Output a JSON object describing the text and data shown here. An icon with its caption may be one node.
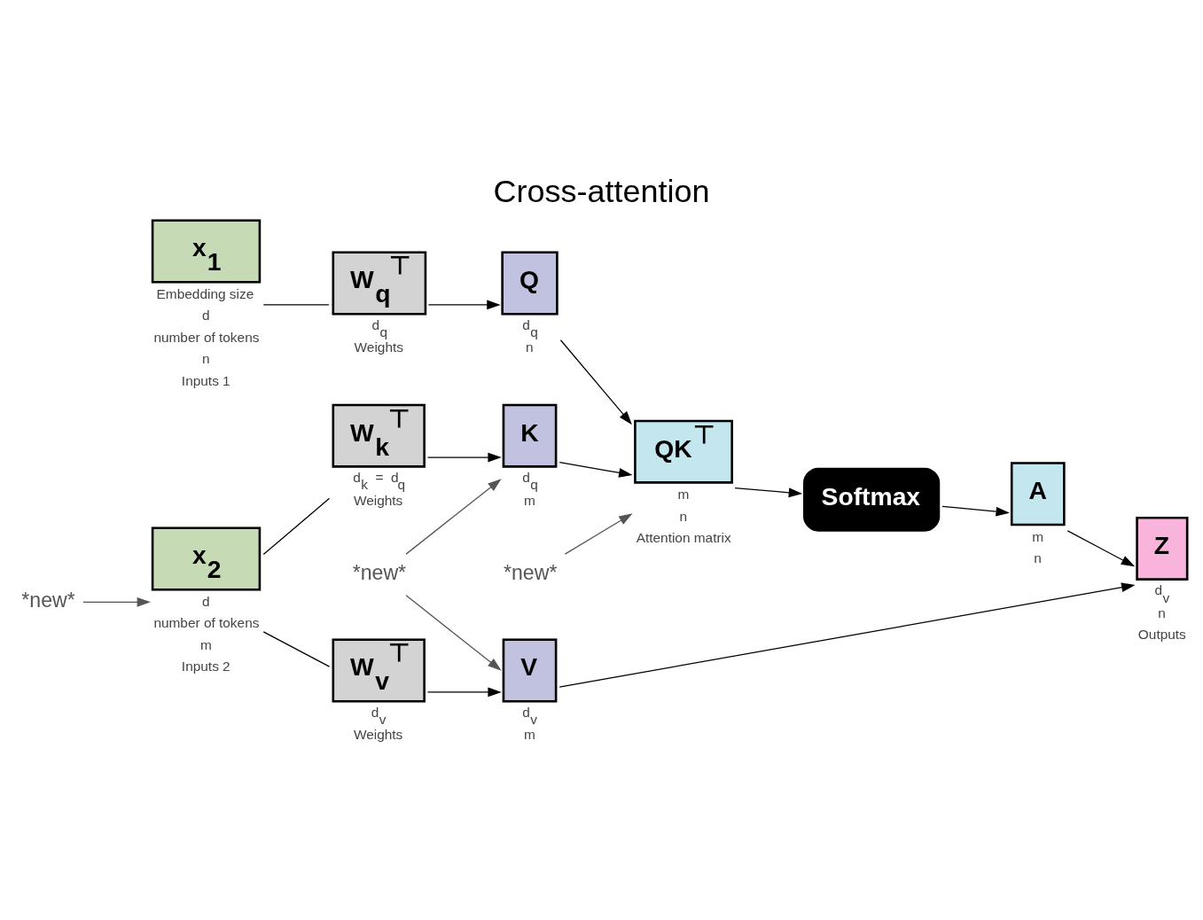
{
  "diagram": {
    "title": "Cross-attention",
    "nodes": [
      {
        "text": [
          "x$_{1}$"
        ],
        "beside": [
          "Embedding size",
          "d",
          "number of tokens",
          "n",
          "Inputs 1"
        ]
      },
      {
        "text": [
          "W$_{q}$$^{⊤}$"
        ],
        "beside": [
          "d$_{q}$",
          "Weights"
        ]
      },
      {
        "text": [
          "Q"
        ],
        "beside": [
          "d$_{q}$",
          "n"
        ]
      },
      {
        "text": [
          "*new*"
        ]
      },
      {
        "text": [
          "W$_{k}$$^{⊤}$"
        ],
        "beside": [
          "d$_{k}$ = d$_{q}$",
          "Weights"
        ]
      },
      {
        "text": [
          "K"
        ],
        "beside": [
          "d$_{q}$",
          "m"
        ]
      },
      {
        "text": [
          "QK$^{⊤}$"
        ],
        "beside": [
          "m",
          "n",
          "Attention matrix"
        ]
      },
      {
        "text": [
          "Softmax"
        ]
      },
      {
        "text": [
          "x$_{2}$"
        ],
        "beside": [
          "d",
          "number of tokens",
          "m",
          "Inputs 2"
        ]
      },
      {
        "text": [
          "*new*"
        ]
      },
      {
        "text": [
          "W$_{v}$$^{⊤}$"
        ],
        "beside": [
          "d$_{v}$",
          "Weights"
        ]
      },
      {
        "text": [
          "V"
        ],
        "beside": [
          "d$_{v}$",
          "m"
        ]
      },
      {
        "text": [
          "A"
        ],
        "beside": [
          "m",
          "n"
        ]
      },
      {
        "text": [
          "*new*"
        ]
      },
      {
        "text": [
          "Z"
        ],
        "beside": [
          "d$_{v}$",
          "n",
          "Outputs"
        ]
      }
    ],
    "edges": [
      {
        "from": 0,
        "to": 1,
        "arrow": "none"
      },
      {
        "from": 1,
        "to": 2,
        "arrow": "to"
      },
      {
        "from": 2,
        "to": 6,
        "arrow": "to"
      },
      {
        "from": 5,
        "to": 6,
        "arrow": "to"
      },
      {
        "from": 8,
        "to": 4,
        "arrow": "none"
      },
      {
        "from": 8,
        "to": 10,
        "arrow": "none"
      },
      {
        "from": 4,
        "to": 5,
        "arrow": "to"
      },
      {
        "from": 10,
        "to": 11,
        "arrow": "to"
      },
      {
        "from": 6,
        "to": 7,
        "arrow": "to"
      },
      {
        "from": 7,
        "to": 12,
        "arrow": "to"
      },
      {
        "from": 12,
        "to": 14,
        "arrow": "to"
      },
      {
        "from": 11,
        "to": 14,
        "arrow": "to"
      },
      {
        "from": 3,
        "to": 6,
        "arrow": "to",
        "color": "#555555"
      },
      {
        "from": 9,
        "to": 5,
        "arrow": "to",
        "color": "#555555"
      },
      {
        "from": 9,
        "to": 11,
        "arrow": "to",
        "color": "#555555"
      },
      {
        "from": 13,
        "to": 8,
        "arrow": "to",
        "color": "#555555"
      }
    ]
  }
}
